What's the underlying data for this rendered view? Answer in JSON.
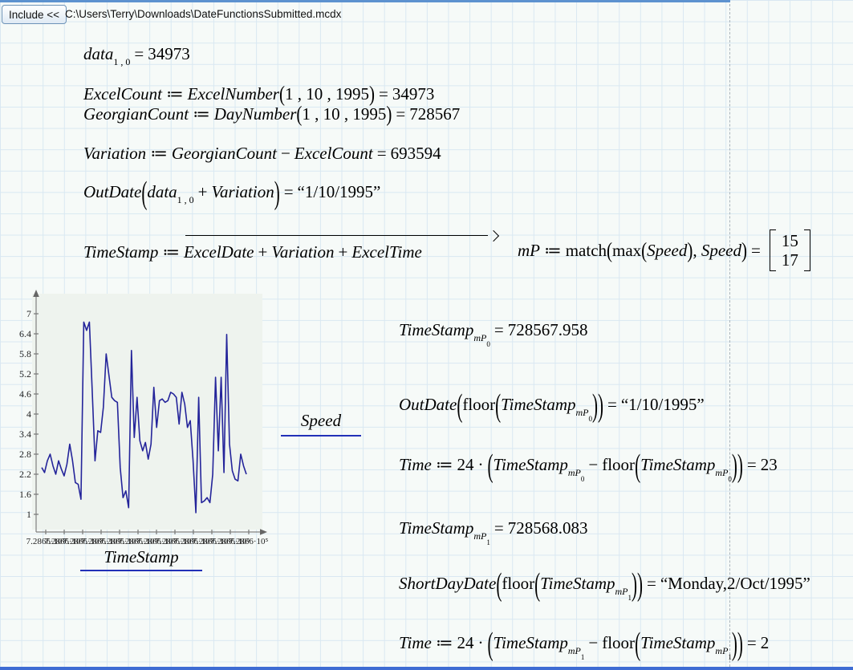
{
  "header": {
    "include_button": "Include <<",
    "file_path": "C:\\Users\\Terry\\Downloads\\DateFunctionsSubmitted.mcdx"
  },
  "colors": {
    "accent_blue_bar": "#3e6cd3",
    "underline_blue": "#2230b8",
    "chart_line": "#24249a",
    "grid_blue": "#d9e8f2",
    "plot_background": "#eef3ee"
  },
  "math": {
    "m1": {
      "tokens": [
        [
          "v",
          "data"
        ],
        [
          "sr",
          "1 , 0"
        ],
        [
          "o",
          "="
        ],
        [
          "r",
          "34973"
        ]
      ]
    },
    "m2": {
      "tokens": [
        [
          "v",
          "ExcelCount"
        ],
        [
          "o",
          "≔"
        ],
        [
          "v",
          "ExcelNumber"
        ],
        [
          "p",
          "("
        ],
        [
          "r",
          "1 , 10 , 1995"
        ],
        [
          "p",
          ")"
        ],
        [
          "o",
          "="
        ],
        [
          "r",
          "34973"
        ]
      ]
    },
    "m3": {
      "tokens": [
        [
          "v",
          "GeorgianCount"
        ],
        [
          "o",
          "≔"
        ],
        [
          "v",
          "DayNumber"
        ],
        [
          "p",
          "("
        ],
        [
          "r",
          "1 , 10 , 1995"
        ],
        [
          "p",
          ")"
        ],
        [
          "o",
          "="
        ],
        [
          "r",
          "728567"
        ]
      ]
    },
    "m4": {
      "tokens": [
        [
          "v",
          "Variation"
        ],
        [
          "o",
          "≔"
        ],
        [
          "v",
          "GeorgianCount"
        ],
        [
          "o",
          "−"
        ],
        [
          "v",
          "ExcelCount"
        ],
        [
          "o",
          "="
        ],
        [
          "r",
          "693594"
        ]
      ]
    },
    "m5": {
      "tokens": [
        [
          "v",
          "OutDate"
        ],
        [
          "q",
          "("
        ],
        [
          "v",
          "data"
        ],
        [
          "sr",
          "1 , 0"
        ],
        [
          "o",
          "+"
        ],
        [
          "v",
          "Variation"
        ],
        [
          "q",
          ")"
        ],
        [
          "o",
          "="
        ],
        [
          "r",
          "“1/10/1995”"
        ]
      ]
    },
    "m6": {
      "tokens": [
        [
          "v",
          "TimeStamp"
        ],
        [
          "o",
          "≔"
        ]
      ],
      "vec_tokens": [
        [
          "v",
          "ExcelDate"
        ],
        [
          "o",
          "+"
        ],
        [
          "v",
          "Variation"
        ],
        [
          "o",
          "+"
        ],
        [
          "v",
          "ExcelTime"
        ]
      ]
    },
    "m7": {
      "tokens": [
        [
          "v",
          "mP"
        ],
        [
          "o",
          "≔"
        ],
        [
          "r",
          "match"
        ],
        [
          "p",
          "("
        ],
        [
          "r",
          "max"
        ],
        [
          "p",
          "("
        ],
        [
          "v",
          "Speed"
        ],
        [
          "p",
          ")"
        ],
        [
          "r",
          ", "
        ],
        [
          "v",
          "Speed"
        ],
        [
          "p",
          ")"
        ],
        [
          "o",
          "="
        ]
      ],
      "matrix": [
        "15",
        "17"
      ]
    },
    "m8": {
      "tokens": [
        [
          "v",
          "TimeStamp"
        ],
        [
          "sv",
          "mP"
        ],
        [
          "ssr",
          "0"
        ],
        [
          "o",
          "="
        ],
        [
          "r",
          "728567.958"
        ]
      ]
    },
    "m9": {
      "tokens": [
        [
          "v",
          "OutDate"
        ],
        [
          "q",
          "("
        ],
        [
          "r",
          "floor"
        ],
        [
          "q",
          "("
        ],
        [
          "v",
          "TimeStamp"
        ],
        [
          "sv",
          "mP"
        ],
        [
          "ssr",
          "0"
        ],
        [
          "q",
          ")"
        ],
        [
          "q",
          ")"
        ],
        [
          "o",
          "="
        ],
        [
          "r",
          "“1/10/1995”"
        ]
      ]
    },
    "m10": {
      "tokens": [
        [
          "v",
          "Time"
        ],
        [
          "o",
          "≔"
        ],
        [
          "r",
          "24"
        ],
        [
          "o",
          "·"
        ],
        [
          "q",
          "("
        ],
        [
          "v",
          "TimeStamp"
        ],
        [
          "sv",
          "mP"
        ],
        [
          "ssr",
          "0"
        ],
        [
          "o",
          "−"
        ],
        [
          "r",
          "floor"
        ],
        [
          "q",
          "("
        ],
        [
          "v",
          "TimeStamp"
        ],
        [
          "sv",
          "mP"
        ],
        [
          "ssr",
          "0"
        ],
        [
          "q",
          ")"
        ],
        [
          "q",
          ")"
        ],
        [
          "o",
          "="
        ],
        [
          "r",
          "23"
        ]
      ]
    },
    "m11": {
      "tokens": [
        [
          "v",
          "TimeStamp"
        ],
        [
          "sv",
          "mP"
        ],
        [
          "ssr",
          "1"
        ],
        [
          "o",
          "="
        ],
        [
          "r",
          "728568.083"
        ]
      ]
    },
    "m12": {
      "tokens": [
        [
          "v",
          "ShortDayDate"
        ],
        [
          "q",
          "("
        ],
        [
          "r",
          "floor"
        ],
        [
          "q",
          "("
        ],
        [
          "v",
          "TimeStamp"
        ],
        [
          "sv",
          "mP"
        ],
        [
          "ssr",
          "1"
        ],
        [
          "q",
          ")"
        ],
        [
          "q",
          ")"
        ],
        [
          "o",
          "="
        ],
        [
          "r",
          "“Monday,2/Oct/1995”"
        ]
      ]
    },
    "m13": {
      "tokens": [
        [
          "v",
          "Time"
        ],
        [
          "o",
          "≔"
        ],
        [
          "r",
          "24"
        ],
        [
          "o",
          "·"
        ],
        [
          "q",
          "("
        ],
        [
          "v",
          "TimeStamp"
        ],
        [
          "sv",
          "mP"
        ],
        [
          "ssr",
          "1"
        ],
        [
          "o",
          "−"
        ],
        [
          "r",
          "floor"
        ],
        [
          "q",
          "("
        ],
        [
          "v",
          "TimeStamp"
        ],
        [
          "sv",
          "mP"
        ],
        [
          "ssr",
          "1"
        ],
        [
          "q",
          ")"
        ],
        [
          "q",
          ")"
        ],
        [
          "o",
          "="
        ],
        [
          "r",
          "2"
        ]
      ]
    }
  },
  "chart_data": {
    "type": "line",
    "xlabel": "TimeStamp",
    "ylabel": "Speed",
    "ylim": [
      1,
      7
    ],
    "y_ticks": [
      "7",
      "6.4",
      "5.8",
      "5.2",
      "4.6",
      "4",
      "3.4",
      "2.8",
      "2.2",
      "1.6",
      "1"
    ],
    "x_tick_label": "7.2866·10⁵",
    "x_tick_count": 12,
    "grid": false,
    "legend": "none",
    "line_color": "#24249a",
    "series": [
      {
        "name": "Speed",
        "values": [
          2.4,
          2.25,
          2.6,
          2.8,
          2.45,
          2.2,
          2.6,
          2.35,
          2.15,
          2.5,
          3.1,
          2.6,
          1.95,
          1.9,
          1.45,
          6.75,
          6.5,
          6.75,
          4.7,
          2.6,
          3.5,
          3.45,
          4.2,
          5.8,
          5.15,
          4.5,
          4.4,
          4.35,
          2.4,
          1.5,
          1.7,
          1.2,
          5.9,
          3.3,
          4.5,
          3.2,
          2.9,
          3.15,
          2.65,
          3.1,
          4.8,
          3.6,
          4.4,
          4.45,
          4.35,
          4.4,
          4.65,
          4.6,
          4.5,
          3.7,
          4.65,
          4.3,
          3.6,
          3.8,
          2.6,
          1.05,
          4.5,
          1.35,
          1.4,
          1.5,
          1.35,
          2.2,
          5.1,
          2.9,
          5.1,
          2.25,
          6.38,
          3.1,
          2.3,
          2.05,
          2.0,
          2.8,
          2.45,
          2.2
        ]
      }
    ]
  }
}
